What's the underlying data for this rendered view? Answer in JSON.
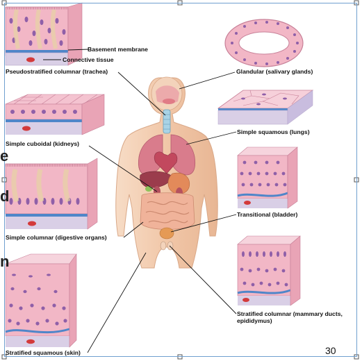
{
  "labels": {
    "basement_membrane": "Basement membrane",
    "connective_tissue": "Connective tissue",
    "pseudostratified": "Pseudostratified columnar (trachea)",
    "glandular": "Glandular (salivary glands)",
    "simple_squamous": "Simple squamous (lungs)",
    "simple_cuboidal": "Simple cuboidal (kidneys)",
    "transitional": "Transitional (bladder)",
    "simple_columnar": "Simple columnar (digestive organs)",
    "stratified_columnar": "Stratified columnar (mammary ducts, epididymus)",
    "stratified_squamous": "Stratified squamous (skin)"
  },
  "page_number": "30",
  "side_glyphs": [
    "e",
    "d",
    "n"
  ],
  "colors": {
    "epithelium_pink": "#f2b7c6",
    "cell_outline": "#c77f97",
    "nucleus_purple": "#8f5fa8",
    "basement_blue": "#4f86c9",
    "connective_lilac": "#d9cfe6",
    "skin_tone": "#f1c7a8",
    "organ_red": "#d7667a",
    "gland_orange": "#e59a55",
    "frame_blue": "#6f9fcf"
  }
}
